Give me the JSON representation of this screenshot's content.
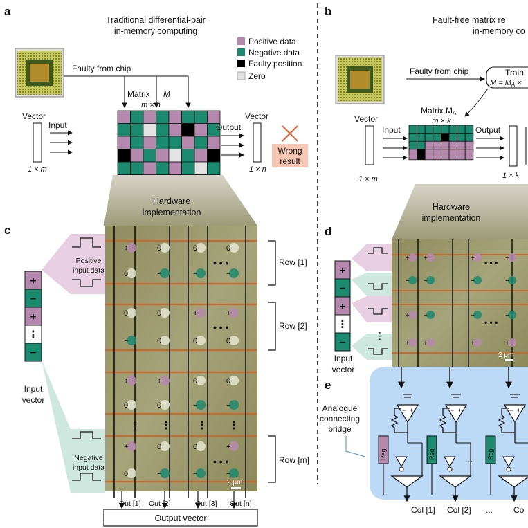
{
  "panels": {
    "a": "a",
    "b": "b",
    "c": "c",
    "d": "d",
    "e": "e"
  },
  "a": {
    "title_line1": "Traditional differential-pair",
    "title_line2": "in-memory computing",
    "legend": [
      "Positive data",
      "Negative data",
      "Faulty position",
      "Zero"
    ],
    "faulty_from_chip": "Faulty from chip",
    "matrix_name": "Matrix",
    "matrix_symbol": "M",
    "matrix_dims": "m × n",
    "vector_in_label": "Vector",
    "input_label": "Input",
    "vector_in_dims": "1 × m",
    "output_label": "Output",
    "vector_out_label": "Vector",
    "vector_out_dims": "1 × n",
    "wrong_line1": "Wrong",
    "wrong_line2": "result"
  },
  "b": {
    "title_line1": "Fault-free matrix re",
    "title_line2": "in-memory co",
    "faulty_from_chip": "Faulty from chip",
    "train_label": "Train",
    "train_formula": "M = M",
    "train_formula_sub": "A",
    "train_formula_tail": " ×",
    "matrix_name": "Matrix M",
    "matrix_sub": "A",
    "matrix_dims": "m × k",
    "vector_label": "Vector",
    "input_label": "Input",
    "vector_dims": "1 × m",
    "output_label": "Output",
    "out_dims": "1 × k"
  },
  "hardware_line1": "Hardware",
  "hardware_line2": "implementation",
  "c": {
    "positive_input_line1": "Positive",
    "positive_input_line2": "input data",
    "negative_input_line1": "Negative",
    "negative_input_line2": "input data",
    "input_vector_line1": "Input",
    "input_vector_line2": "vector",
    "rows": [
      "Row [1]",
      "Row [2]",
      "Row [m]"
    ],
    "scale": "2 μm",
    "outs": [
      "Out [1]",
      "Out [2]",
      "Out [3]",
      "Out [n]"
    ],
    "output_vector": "Output vector",
    "pm": [
      "+",
      "−",
      "+",
      "⋮",
      "−"
    ]
  },
  "d": {
    "pm": [
      "+",
      "−",
      "+",
      "⋮",
      "−"
    ],
    "input_vector_line1": "Input",
    "input_vector_line2": "vector",
    "scale": "2 μm"
  },
  "e": {
    "bridge_line1": "Analogue",
    "bridge_line2": "connecting",
    "bridge_line3": "bridge",
    "reg": "Reg",
    "cols": [
      "Col [1]",
      "Col [2]",
      "Co"
    ],
    "ellipsis": "..."
  },
  "cell_values": {
    "plus": "+",
    "minus": "−",
    "zero": "0"
  },
  "colors": {
    "positive": "#b589ae",
    "negative": "#1c8a6e",
    "faulty": "#000000",
    "zero": "#e3e3e3",
    "chip_bg": "#b7bd55",
    "microscope": "#9c9a6a",
    "orange_line": "#c8692e",
    "bridge_blue": "#bcd9f5",
    "wrong_box": "#f6c7b4",
    "pos_band": "#e8cfe2",
    "neg_band": "#cfe8df"
  },
  "matrix_a": [
    [
      0,
      1,
      0,
      1,
      0,
      1,
      1,
      0
    ],
    [
      1,
      1,
      3,
      1,
      0,
      2,
      0,
      1
    ],
    [
      0,
      1,
      0,
      1,
      1,
      0,
      1,
      0
    ],
    [
      2,
      0,
      1,
      0,
      3,
      1,
      0,
      2
    ],
    [
      1,
      1,
      0,
      1,
      0,
      1,
      3,
      1
    ],
    [
      0,
      2,
      0,
      1,
      1,
      0,
      1,
      0
    ],
    [
      1,
      0,
      1,
      2,
      0,
      1,
      0,
      1
    ],
    [
      0,
      1,
      3,
      1,
      0,
      1,
      1,
      2
    ]
  ],
  "matrix_b": [
    [
      1,
      1,
      1,
      1,
      1,
      1,
      1,
      1
    ],
    [
      1,
      1,
      1,
      1,
      2,
      1,
      1,
      1
    ],
    [
      1,
      1,
      0,
      0,
      0,
      0,
      0,
      0
    ],
    [
      0,
      2,
      0,
      0,
      0,
      0,
      0,
      0
    ]
  ]
}
